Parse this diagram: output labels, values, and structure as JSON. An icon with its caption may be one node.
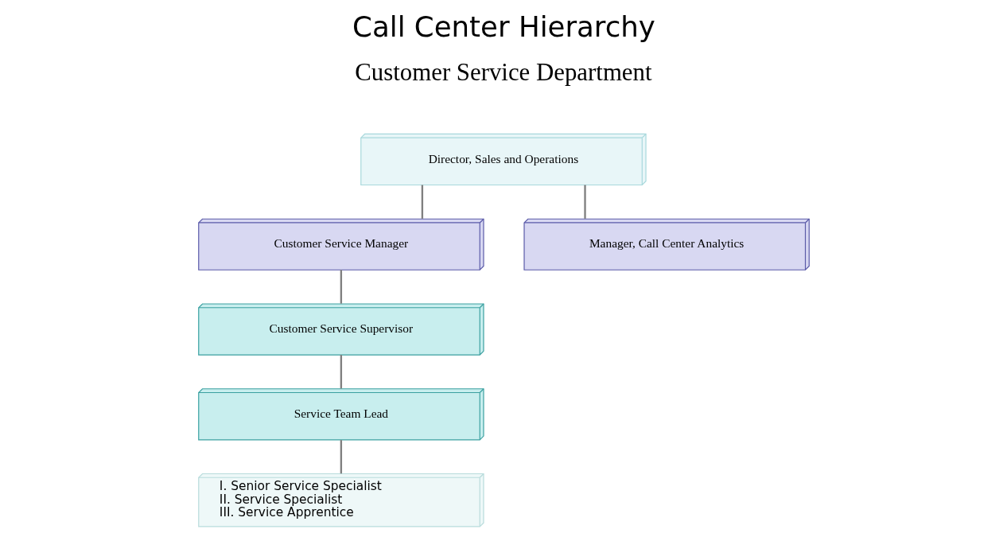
{
  "diagram": {
    "title": "Call Center Hierarchy",
    "nodes": [
      {
        "text": [
          "Director, Sales and Operations"
        ]
      },
      {
        "text": [
          "Customer Service Manager"
        ]
      },
      {
        "text": [
          "Manager, Call Center Analytics"
        ]
      },
      {
        "text": [
          "Customer Service Supervisor"
        ]
      },
      {
        "text": [
          "Service Team Lead"
        ]
      },
      {
        "text": [
          "I. Senior Service Specialist",
          "II. Service Specialist",
          "III. Service Apprentice"
        ]
      }
    ],
    "edges": [
      {
        "from": 0,
        "to": 1,
        "arrow": "none"
      },
      {
        "from": 0,
        "to": 2,
        "arrow": "none"
      },
      {
        "from": 1,
        "to": 3,
        "arrow": "none"
      },
      {
        "from": 3,
        "to": 4,
        "arrow": "none"
      },
      {
        "from": 4,
        "to": 5,
        "arrow": "none"
      }
    ],
    "labels": [
      "Customer Service Department"
    ]
  }
}
